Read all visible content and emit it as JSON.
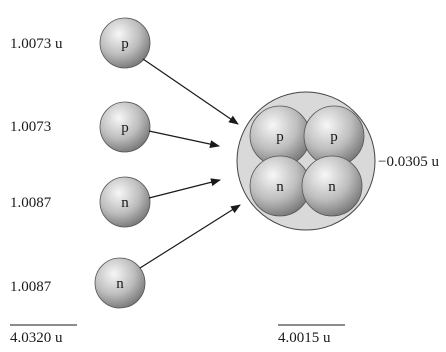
{
  "left_particles": [
    {
      "symbol": "p",
      "mass": "1.0073 u"
    },
    {
      "symbol": "p",
      "mass": "1.0073"
    },
    {
      "symbol": "n",
      "mass": "1.0087"
    },
    {
      "symbol": "n",
      "mass": "1.0087"
    }
  ],
  "nucleus_particles": [
    {
      "symbol": "p"
    },
    {
      "symbol": "p"
    },
    {
      "symbol": "n"
    },
    {
      "symbol": "n"
    }
  ],
  "mass_defect": "−0.0305 u",
  "left_total": "4.0320 u",
  "nucleus_total": "4.0015 u",
  "colors": {
    "sphere_light": "#f4f4f4",
    "sphere_dark": "#6f6f6f",
    "nucleus_fill": "#d9d9d9",
    "arrow": "#1a1a1a"
  }
}
